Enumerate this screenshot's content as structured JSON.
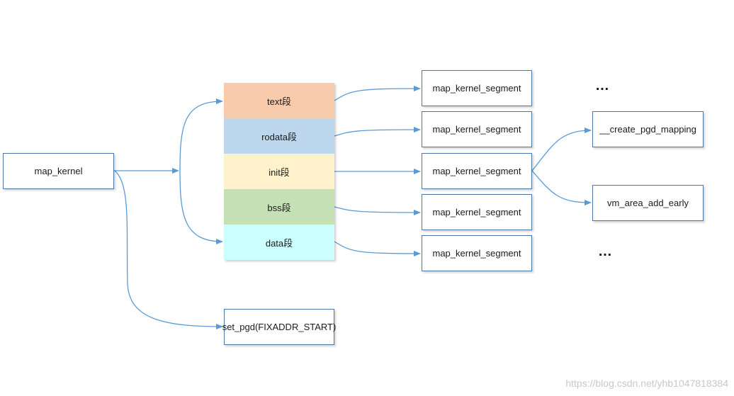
{
  "nodes": {
    "map_kernel": "map_kernel",
    "segments": [
      "text段",
      "rodata段",
      "init段",
      "bss段",
      "data段"
    ],
    "segment_colors": [
      "#f8cbad",
      "#bdd7ee",
      "#fff2cc",
      "#c5e0b4",
      "#ccffff"
    ],
    "map_kernel_segment": [
      "map_kernel_segment",
      "map_kernel_segment",
      "map_kernel_segment",
      "map_kernel_segment",
      "map_kernel_segment"
    ],
    "create_pgd_mapping": "__create_pgd_mapping",
    "vm_area_add_early": "vm_area_add_early",
    "set_pgd": "set_pgd(FIXADDR_START)",
    "ellipsis_top": "…",
    "ellipsis_bottom": "…"
  },
  "colors": {
    "arrow": "#5b9bd5",
    "box_border": "#4a78a8"
  },
  "watermark": "https://blog.csdn.net/yhb1047818384"
}
